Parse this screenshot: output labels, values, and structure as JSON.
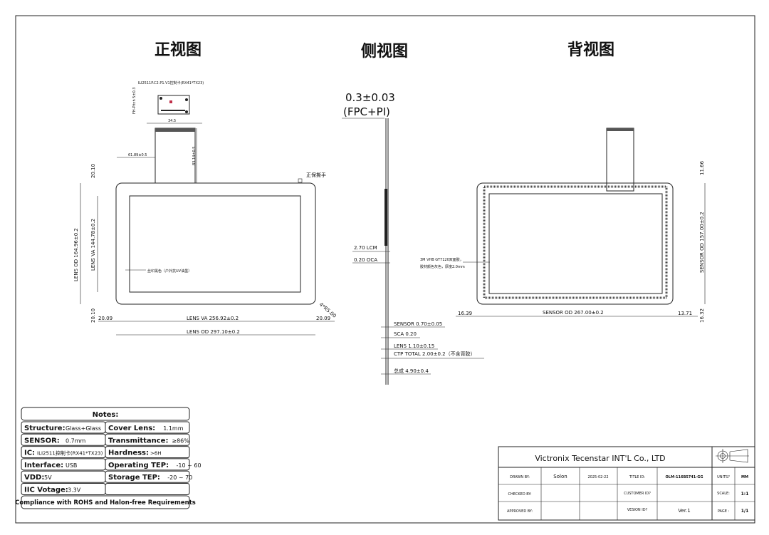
{
  "views": {
    "front_title": "正视图",
    "side_title": "侧视图",
    "back_title": "背视图"
  },
  "front": {
    "ic_label": "ILI2511P.C2.P1.V1控制卡(RX41*TX23)",
    "fh_pitch": "FH-Pitch 5±0.3",
    "fpc_width": "34.5",
    "fpc_offset": "61.89±0.5",
    "fpc_length": "83.14±0.5",
    "tab_label": "正保撕手",
    "top_margin": "20.10",
    "lens_od_h": "LENS OD 164.96±0.2",
    "lens_va_h": "LENS VA 144.78±0.2",
    "bottom_margin": "20.10",
    "left_margin": "20.09",
    "lens_va_w": "LENS VA 256.92±0.2",
    "right_margin": "20.09",
    "lens_od_w": "LENS OD 297.10±0.2",
    "radius": "4*R5.00",
    "print_note": "丝印黑色（户外抗UV油墨）"
  },
  "side": {
    "fpc_thickness": "0.3±0.03",
    "fpc_material": "(FPC+PI)",
    "lcm": "2.70 LCM",
    "oca": "0.20 OCA",
    "sensor": "SENSOR 0.70±0.05",
    "sca": "SCA 0.20",
    "lens": "LENS 1.10±0.15",
    "ctp_total": "CTP TOTAL 2.00±0.2（不含背胶）",
    "total": "总成 4.90±0.4"
  },
  "back": {
    "tape_note_1": "3M  VHB  GT7120双面胶，",
    "tape_note_2": "胶材颜色灰色，厚度2.0mm",
    "top_margin": "11.66",
    "sensor_od_h": "SENSOR OD 157.00±0.2",
    "bottom_margin": "16.32",
    "left_margin": "16.39",
    "sensor_od_w": "SENSOR OD 267.00±0.2",
    "right_margin": "13.71"
  },
  "notes": {
    "title": "Notes:",
    "rows": [
      {
        "k1": "Structure:",
        "v1": "Glass+Glass",
        "k2": "Cover  Lens:",
        "v2": "1.1mm"
      },
      {
        "k1": "SENSOR:",
        "v1": "0.7mm",
        "k2": "Transmittance:",
        "v2": "≥86%"
      },
      {
        "k1": "IC:",
        "v1": "ILI2511控制卡(RX41*TX23)",
        "k2": "Hardness:",
        "v2": ">6H"
      },
      {
        "k1": "Interface:",
        "v1": "USB",
        "k2": "Operating  TEP:",
        "v2": "-10 ~ 60"
      },
      {
        "k1": "VDD:",
        "v1": "5V",
        "k2": "Storage  TEP:",
        "v2": "-20 ~ 70"
      },
      {
        "k1": "IIC  Votage:",
        "v1": "3.3V",
        "k2": "",
        "v2": ""
      }
    ],
    "footer": "Compliance with ROHS and Halon-free Requirements"
  },
  "title_block": {
    "company": "Victronix  Tecenstar  INT'L  Co., LTD",
    "drawn_by_label": "DRAWN BY:",
    "drawn_by": "Solon",
    "date": "2025-02-22",
    "title_id_label": "TITLE ID:",
    "title_id": "OLM-116B5741-GG",
    "units_label": "UNITS?",
    "units": "MM",
    "checked_by_label": "CHECKED BY:",
    "customer_id_label": "CUSTOMER ID?",
    "scale_label": "SCALE:",
    "scale": "1:1",
    "approved_by_label": "APPROVED BY:",
    "version_id_label": "VESION ID?",
    "version": "Ver.1",
    "page_label": "PAGE :",
    "page": "1/1"
  }
}
